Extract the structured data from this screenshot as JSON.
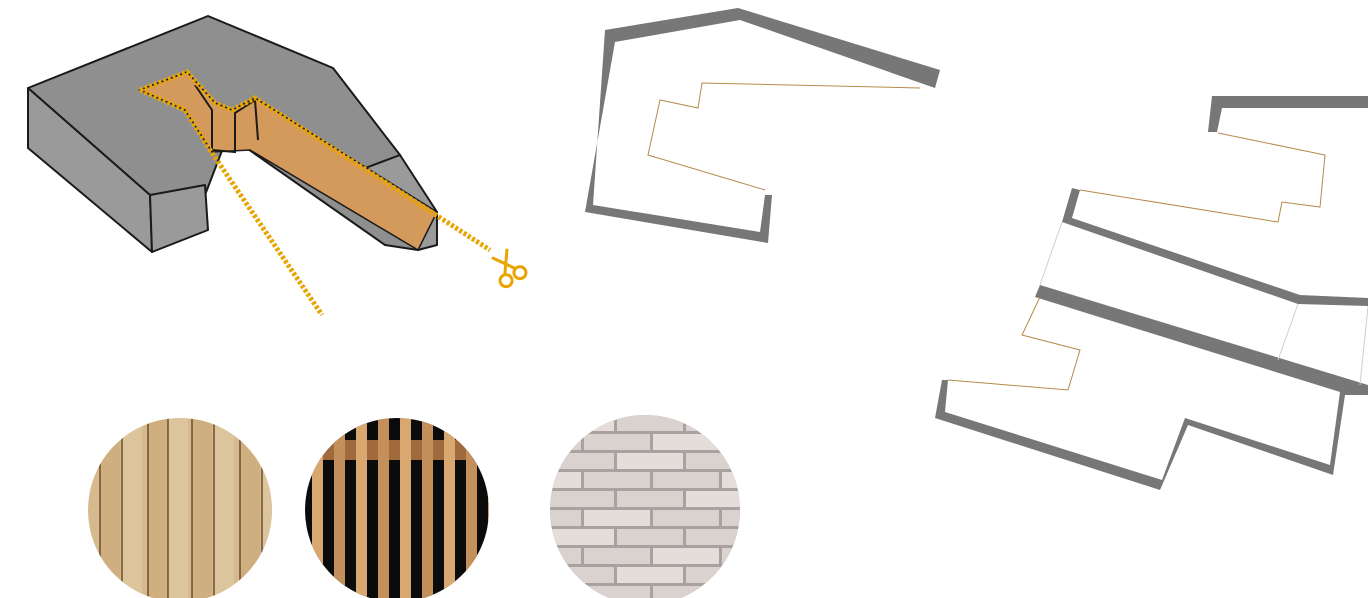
{
  "colors": {
    "background": "#ffffff",
    "block_fill": "#8f8f8f",
    "block_outline": "#1a1a1a",
    "cut_fill": "#d49a5c",
    "cut_line": "#e8a400",
    "wall": "#777777",
    "floor_edge": "#b58a4a"
  },
  "icons": {
    "cut_tool": "scissors-icon"
  },
  "materials": [
    {
      "name": "vertical-timber-boards",
      "base": "#d6b98c"
    },
    {
      "name": "timber-slats",
      "base": "#c8915a"
    },
    {
      "name": "light-brick",
      "base": "#d9d2cf"
    }
  ]
}
